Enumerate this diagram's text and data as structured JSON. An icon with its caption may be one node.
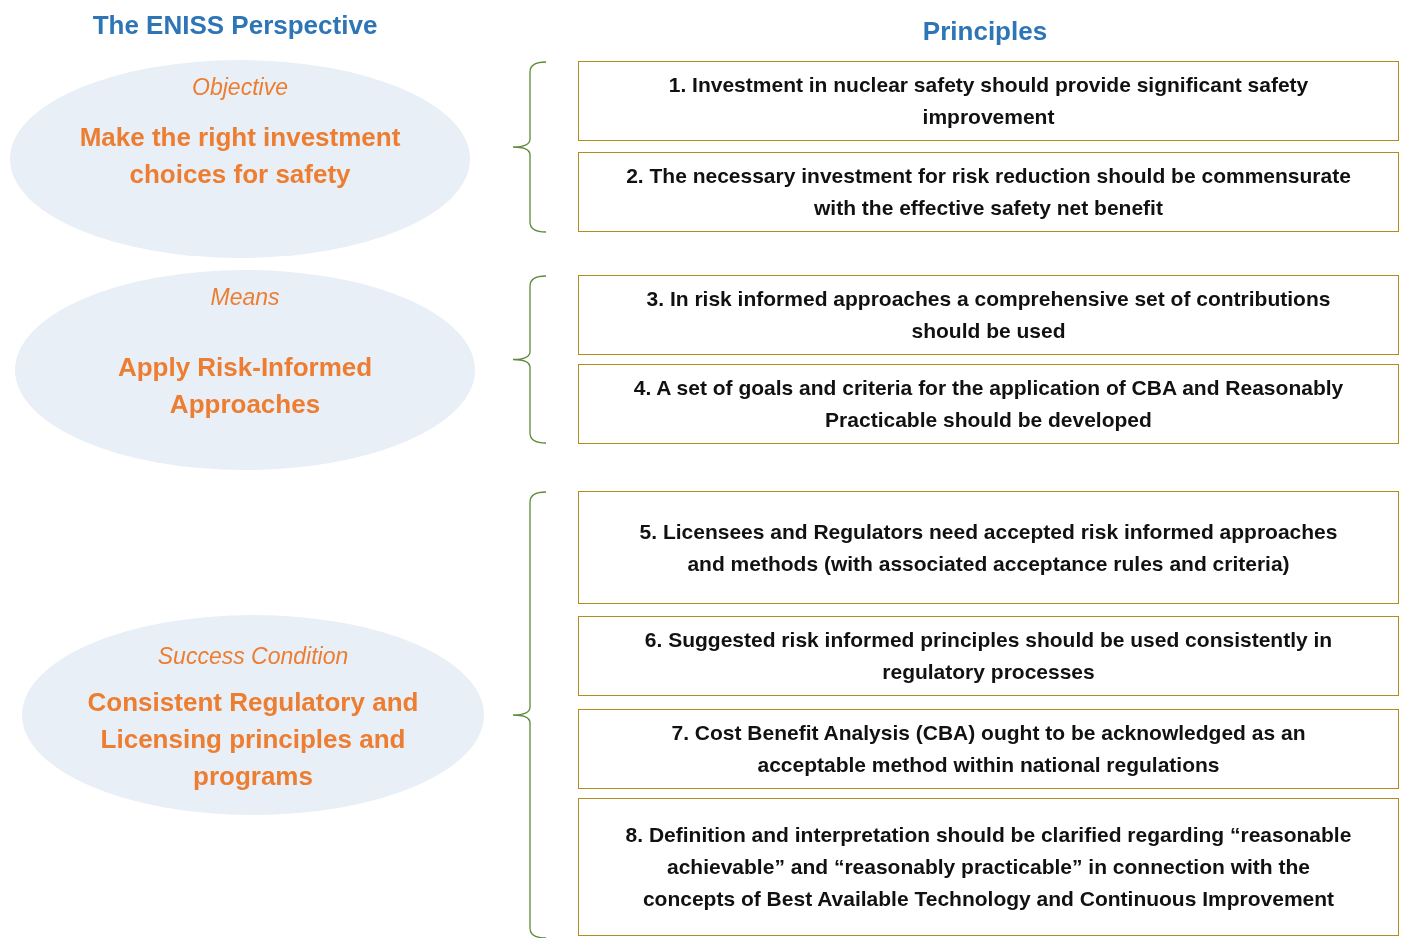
{
  "diagram": {
    "title": "The ENISS Perspective",
    "nodes": [
      {
        "text": [
          "Objective",
          "Make the right investment choices for safety"
        ]
      },
      {
        "text": [
          "Means",
          "Apply Risk-Informed Approaches"
        ]
      },
      {
        "text": [
          "Success Condition",
          "Consistent Regulatory and Licensing principles and programs"
        ]
      },
      {
        "text": [
          "1. Investment in nuclear safety should provide significant safety improvement"
        ]
      },
      {
        "text": [
          "2. The necessary investment for risk reduction should be commensurate with the effective safety net benefit"
        ]
      },
      {
        "text": [
          "3. In risk informed approaches a comprehensive set of contributions should be used"
        ]
      },
      {
        "text": [
          "4. A set of goals and criteria for the application of CBA and Reasonably Practicable should be developed"
        ]
      },
      {
        "text": [
          "5. Licensees and Regulators need accepted risk informed approaches and methods (with associated acceptance rules and criteria)"
        ]
      },
      {
        "text": [
          "6. Suggested risk informed principles should be used consistently in regulatory processes"
        ]
      },
      {
        "text": [
          "7. Cost Benefit Analysis (CBA) ought to be acknowledged as an acceptable method within national regulations"
        ]
      },
      {
        "text": [
          "8. Definition and interpretation should be clarified regarding “reasonable achievable” and “reasonably practicable” in connection with the concepts of Best Available Technology and Continuous Improvement"
        ]
      }
    ],
    "labels": [
      "Principles"
    ]
  }
}
